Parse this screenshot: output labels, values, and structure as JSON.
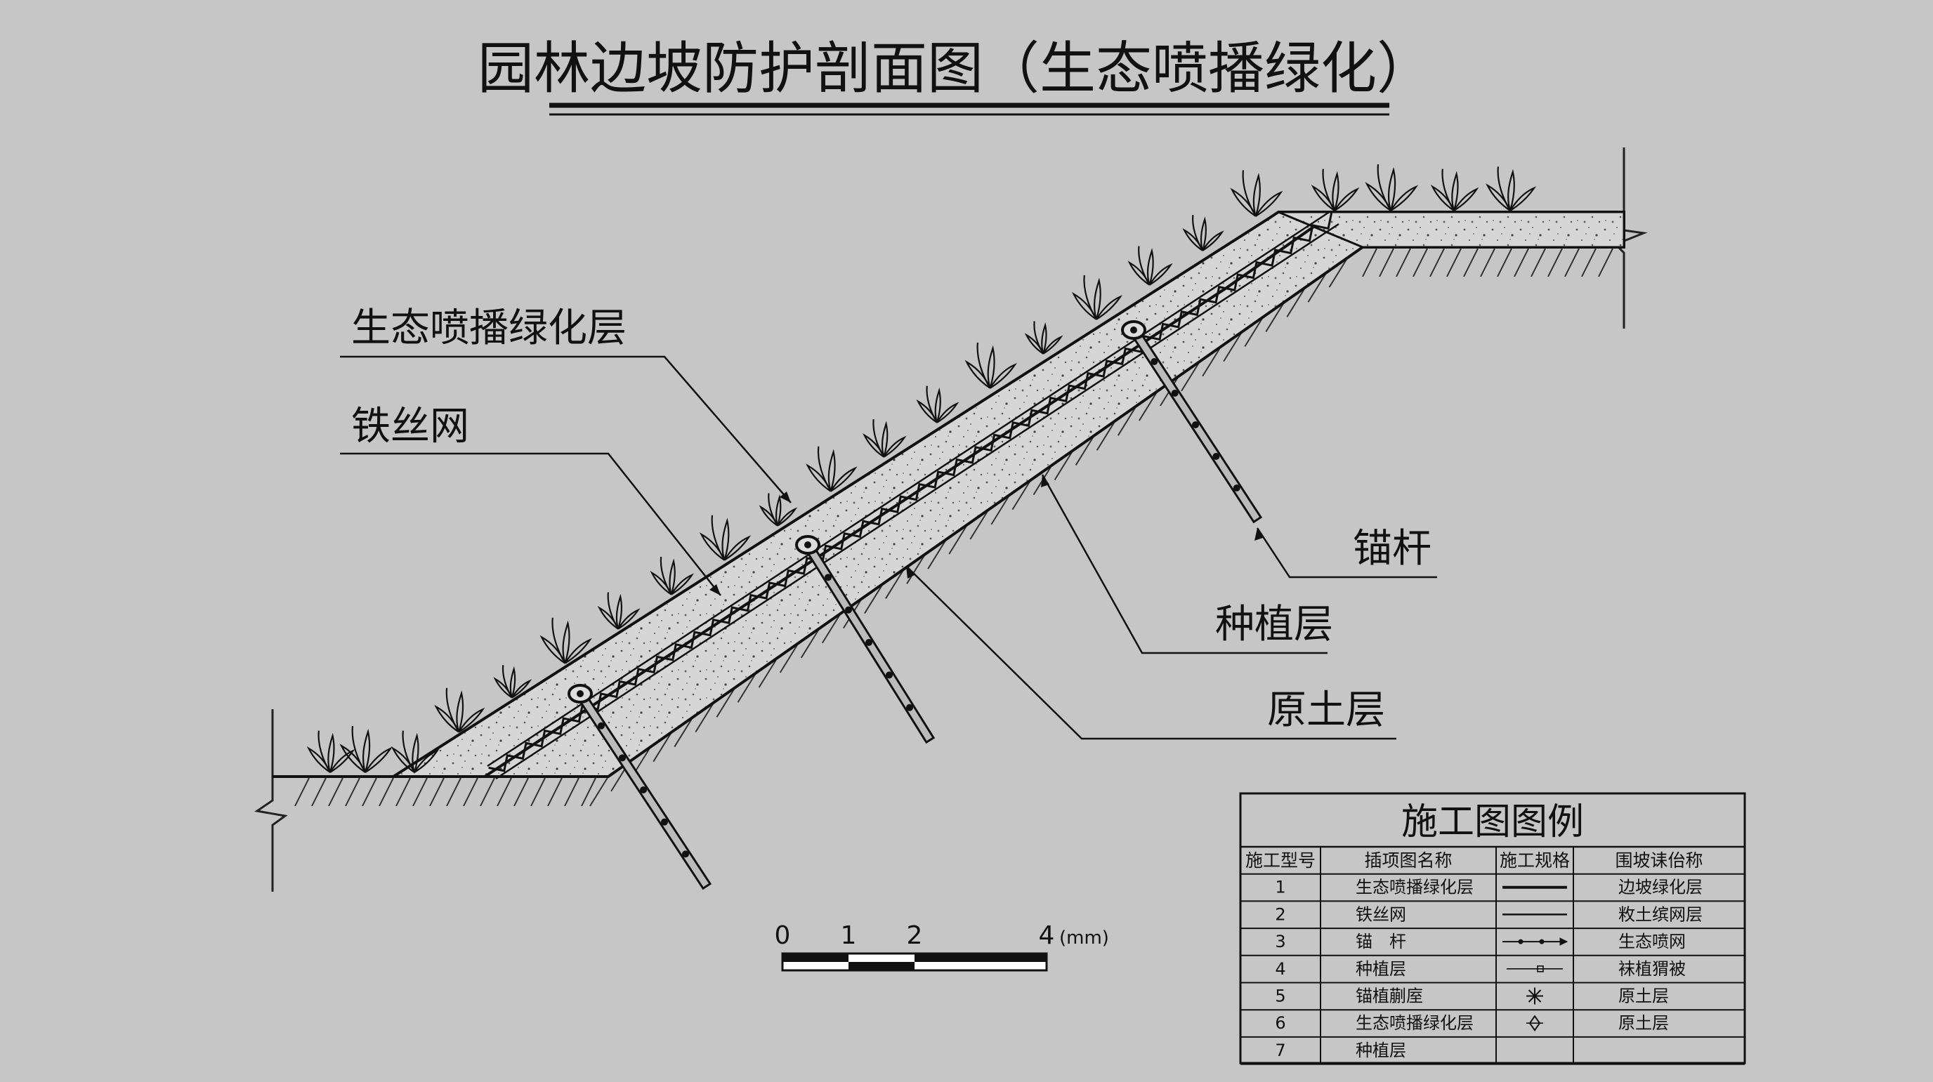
{
  "title": "园林边坡防护剖面图（生态喷播绿化）",
  "callouts": {
    "eco_layer": "生态喷播绿化层",
    "wire_mesh": "铁丝网",
    "anchor": "锚杆",
    "planting": "种植层",
    "subsoil": "原土层"
  },
  "scale_bar": {
    "ticks": [
      "0",
      "1",
      "2",
      "4"
    ],
    "unit": "(mm)"
  },
  "legend": {
    "title": "施工图图例",
    "headers": [
      "施工型号",
      "插项图名称",
      "施工规格",
      "围坡诔佁称"
    ],
    "rows": [
      {
        "no": "1",
        "name": "生态喷播绿化层",
        "symbol": "thick-line-icon",
        "desc": "边坡绿化层"
      },
      {
        "no": "2",
        "name": "铁丝网",
        "symbol": "thin-line-icon",
        "desc": "敉土缤网层"
      },
      {
        "no": "3",
        "name": "锚　杆",
        "symbol": "anchor-arrow-icon",
        "desc": "生态喷网"
      },
      {
        "no": "4",
        "name": "种植层",
        "symbol": "plant-line-icon",
        "desc": "袜植猬被"
      },
      {
        "no": "5",
        "name": "锚植蒯庢",
        "symbol": "asterisk-icon",
        "desc": "原土层"
      },
      {
        "no": "6",
        "name": "生态喷播绿化层",
        "symbol": "cross-diamond-icon",
        "desc": "原土层"
      },
      {
        "no": "7",
        "name": "种植层",
        "symbol": "",
        "desc": ""
      }
    ]
  }
}
